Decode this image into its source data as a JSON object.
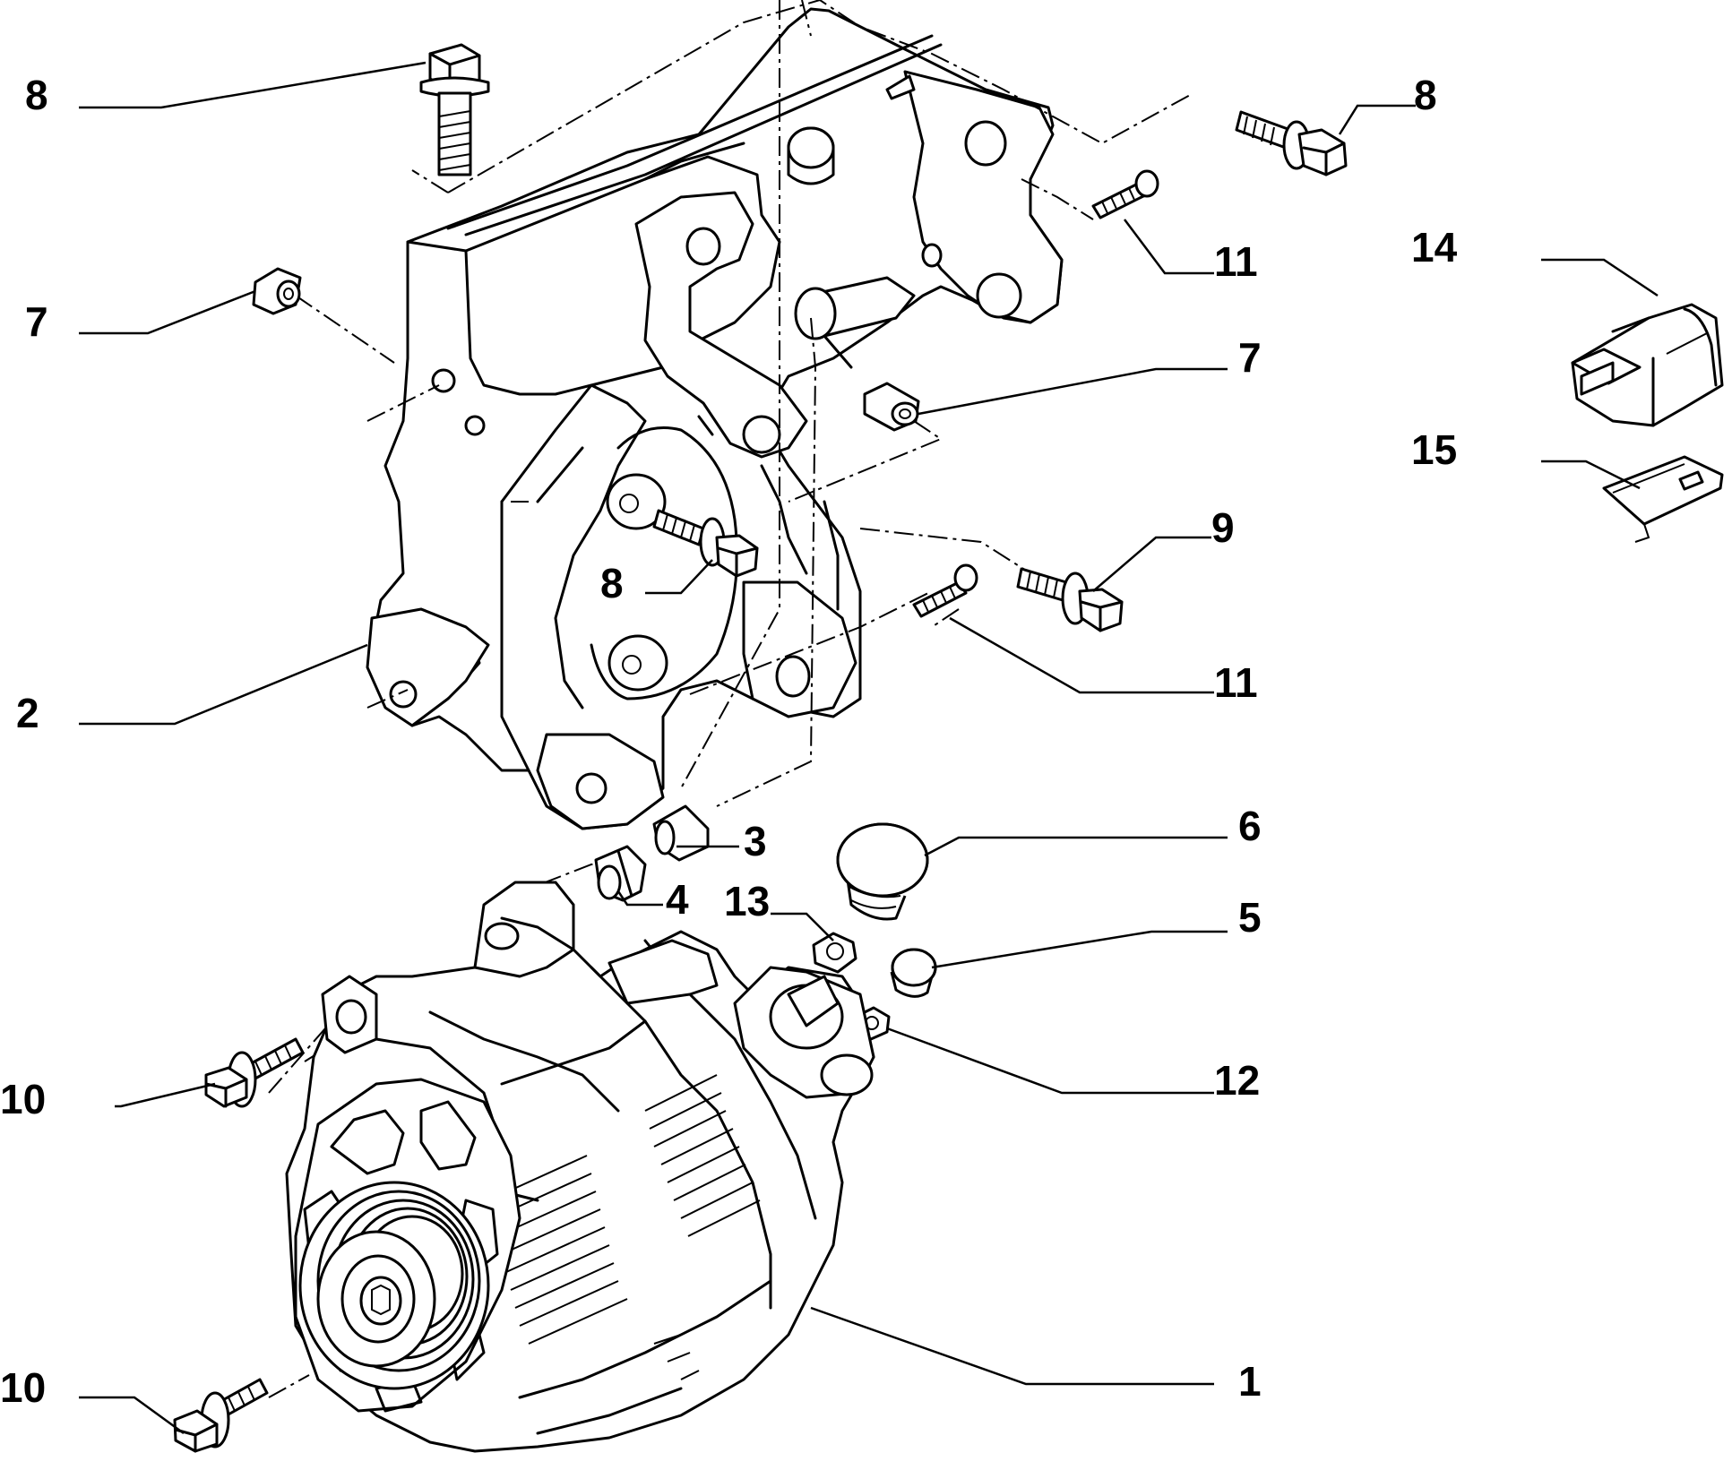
{
  "diagram": {
    "callouts": [
      {
        "id": "c8a",
        "text": "8"
      },
      {
        "id": "c8b",
        "text": "8"
      },
      {
        "id": "c11a",
        "text": "11"
      },
      {
        "id": "c14",
        "text": "14"
      },
      {
        "id": "c7a",
        "text": "7"
      },
      {
        "id": "c7b",
        "text": "7"
      },
      {
        "id": "c15",
        "text": "15"
      },
      {
        "id": "c9",
        "text": "9"
      },
      {
        "id": "c8c",
        "text": "8"
      },
      {
        "id": "c2",
        "text": "2"
      },
      {
        "id": "c11b",
        "text": "11"
      },
      {
        "id": "c3",
        "text": "3"
      },
      {
        "id": "c6",
        "text": "6"
      },
      {
        "id": "c4",
        "text": "4"
      },
      {
        "id": "c13",
        "text": "13"
      },
      {
        "id": "c5",
        "text": "5"
      },
      {
        "id": "c10a",
        "text": "10"
      },
      {
        "id": "c12",
        "text": "12"
      },
      {
        "id": "c1",
        "text": "1"
      },
      {
        "id": "c10b",
        "text": "10"
      }
    ]
  }
}
